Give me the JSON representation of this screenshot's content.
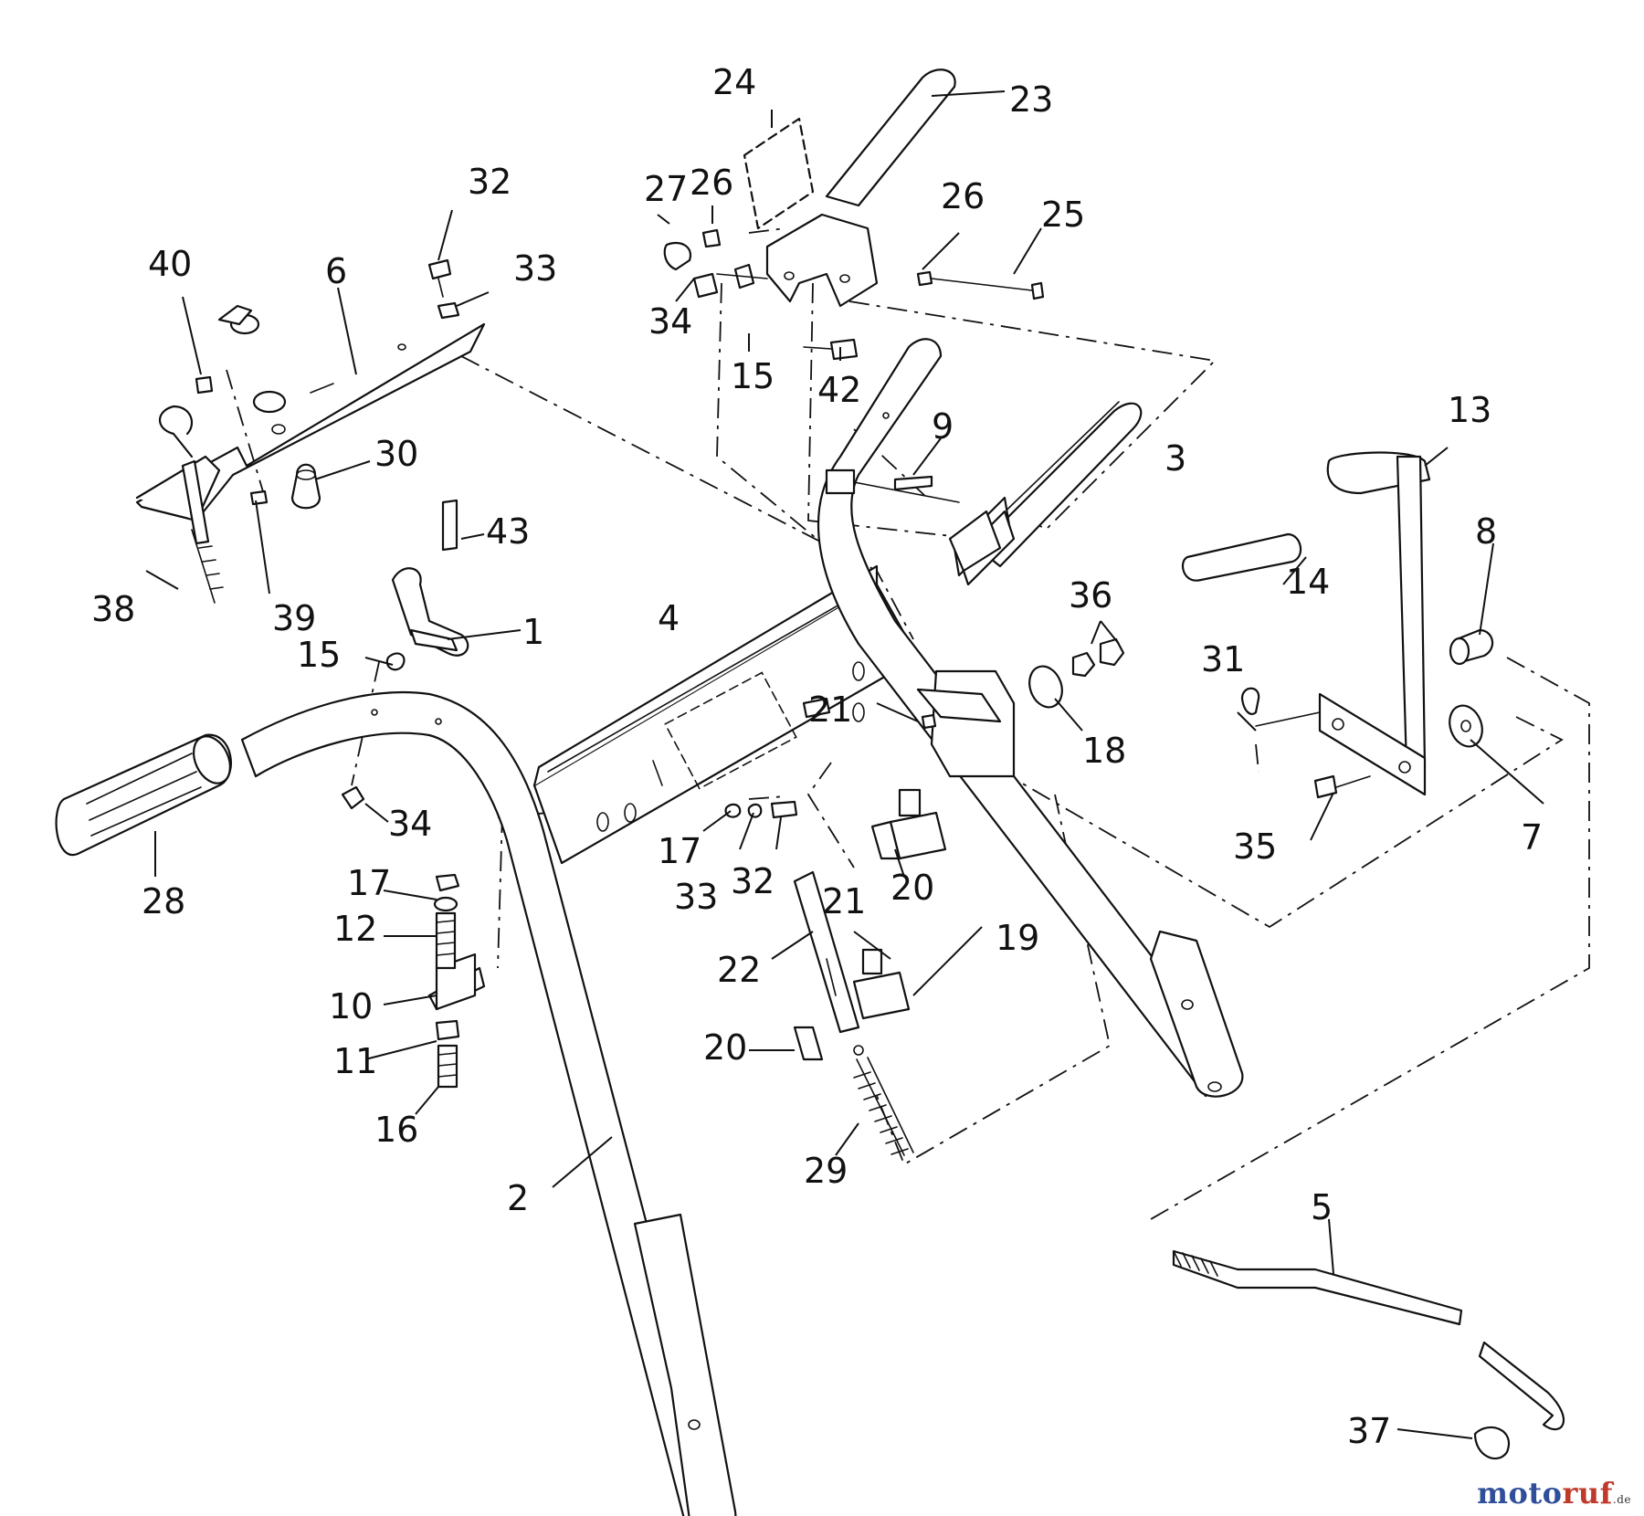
{
  "callouts": [
    {
      "id": "24",
      "text": "24"
    },
    {
      "id": "23",
      "text": "23"
    },
    {
      "id": "27",
      "text": "27"
    },
    {
      "id": "26a",
      "text": "26"
    },
    {
      "id": "26b",
      "text": "26"
    },
    {
      "id": "25",
      "text": "25"
    },
    {
      "id": "32a",
      "text": "32"
    },
    {
      "id": "33a",
      "text": "33"
    },
    {
      "id": "40",
      "text": "40"
    },
    {
      "id": "6",
      "text": "6"
    },
    {
      "id": "34a",
      "text": "34"
    },
    {
      "id": "15a",
      "text": "15"
    },
    {
      "id": "42",
      "text": "42"
    },
    {
      "id": "9",
      "text": "9"
    },
    {
      "id": "3",
      "text": "3"
    },
    {
      "id": "13",
      "text": "13"
    },
    {
      "id": "30",
      "text": "30"
    },
    {
      "id": "43",
      "text": "43"
    },
    {
      "id": "38",
      "text": "38"
    },
    {
      "id": "39",
      "text": "39"
    },
    {
      "id": "1",
      "text": "1"
    },
    {
      "id": "15b",
      "text": "15"
    },
    {
      "id": "4",
      "text": "4"
    },
    {
      "id": "14",
      "text": "14"
    },
    {
      "id": "36",
      "text": "36"
    },
    {
      "id": "8",
      "text": "8"
    },
    {
      "id": "31",
      "text": "31"
    },
    {
      "id": "21a",
      "text": "21"
    },
    {
      "id": "18",
      "text": "18"
    },
    {
      "id": "28",
      "text": "28"
    },
    {
      "id": "34b",
      "text": "34"
    },
    {
      "id": "17a",
      "text": "17"
    },
    {
      "id": "33b",
      "text": "33"
    },
    {
      "id": "32b",
      "text": "32"
    },
    {
      "id": "20a",
      "text": "20"
    },
    {
      "id": "35",
      "text": "35"
    },
    {
      "id": "7",
      "text": "7"
    },
    {
      "id": "17b",
      "text": "17"
    },
    {
      "id": "12",
      "text": "12"
    },
    {
      "id": "21b",
      "text": "21"
    },
    {
      "id": "19",
      "text": "19"
    },
    {
      "id": "22",
      "text": "22"
    },
    {
      "id": "10",
      "text": "10"
    },
    {
      "id": "20b",
      "text": "20"
    },
    {
      "id": "11",
      "text": "11"
    },
    {
      "id": "16",
      "text": "16"
    },
    {
      "id": "29",
      "text": "29"
    },
    {
      "id": "2",
      "text": "2"
    },
    {
      "id": "5",
      "text": "5"
    },
    {
      "id": "37",
      "text": "37"
    }
  ],
  "watermark": {
    "part_a": "moto",
    "part_b": "ruf",
    "tld": ".de"
  }
}
